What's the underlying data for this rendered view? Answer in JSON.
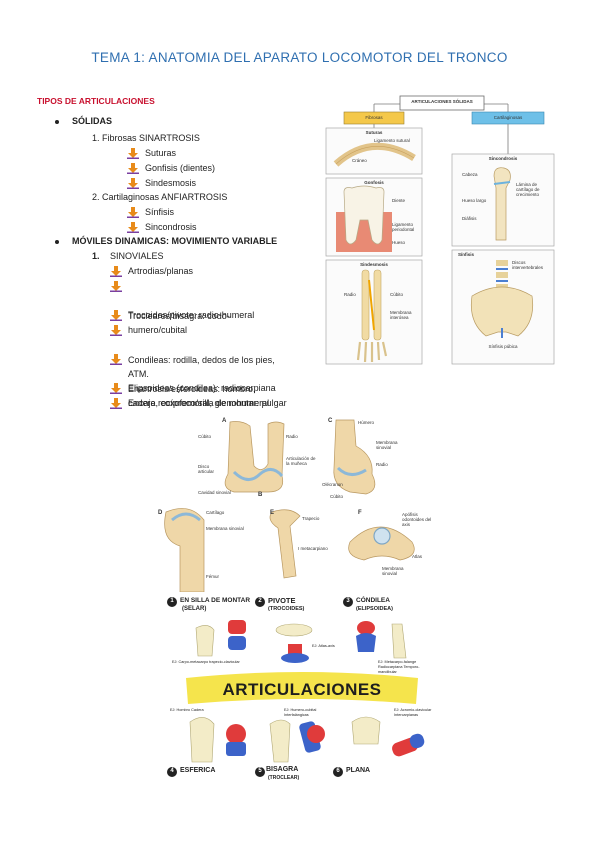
{
  "title": "TEMA 1: ANATOMIA DEL APARATO LOCOMOTOR DEL TRONCO",
  "section_heading": "TIPOS DE ARTICULACIONES",
  "outline": {
    "solidas": {
      "label": "SÓLIDAS",
      "items": [
        {
          "num": "1.",
          "label": "Fibrosas SINARTROSIS",
          "sub": [
            "Suturas",
            "Gonfisis (dientes)",
            "Sindesmosis"
          ]
        },
        {
          "num": "2.",
          "label": "Cartilaginosas ANFIARTROSIS",
          "sub": [
            "Sínfisis",
            "Sincondrosis"
          ]
        }
      ]
    },
    "moviles": {
      "label": "MÓVILES DINAMICAS: MOVIMIENTO VARIABLE",
      "item_num": "1.",
      "item_label": "SINOVIALES",
      "sub": [
        "Artrodias/planas",
        "Trocleares/bisagra: codo-\nhumero/cubital",
        "Trocoides/pivote: radio-humeral",
        "Condileas: rodilla, dedos de los pies,\nATM.",
        "Enartrosis/esferoideas: hombro,\ncadera, coxofemoral, glenohumeral",
        "Elipsoideas (condilea): radiocarpiana",
        "Encaje recíproco/silla de montar: pulgar"
      ]
    }
  },
  "diagram_solidas": {
    "root": "ARTICULACIONES SÓLIDAS",
    "left_branch": "Fibrosas",
    "right_branch": "Cartilaginosas",
    "panels": {
      "suturas": {
        "title": "Suturas",
        "labels": [
          "Ligamento sutural",
          "Cráneo"
        ]
      },
      "gonfosis": {
        "title": "Gonfosis",
        "labels": [
          "Diente",
          "Ligamento periodontal",
          "Hueso"
        ]
      },
      "sindesmosis": {
        "title": "Sindesmosis",
        "labels": [
          "Radio",
          "Cúbito",
          "Membrana interósea"
        ]
      },
      "sincondrosis": {
        "title": "Sincondrosis",
        "labels": [
          "Cabeza",
          "Lámina de cartílago de crecimiento",
          "Hueso largo",
          "Diáfisis"
        ]
      },
      "sinfisis": {
        "title": "Sínfisis",
        "labels": [
          "Discos intervertebrales",
          "Sínfisis púbica"
        ]
      }
    }
  },
  "diagram_sinoviales": {
    "letters": [
      "A",
      "B",
      "C",
      "D",
      "E",
      "F"
    ],
    "labels_a": [
      "Cúbito",
      "Radio",
      "Disco articular",
      "Articulación de la muñeca",
      "Cavidad sinovial"
    ],
    "labels_c": [
      "Húmero",
      "Membrana sinovial",
      "Radio",
      "Olécranon",
      "Cúbito"
    ],
    "labels_d": [
      "Cartílago",
      "Membrana sinovial",
      "Fémur"
    ],
    "labels_e": [
      "Trapecio",
      "I metacarpiano"
    ],
    "labels_f": [
      "Apófisis odontoides del axis",
      "Atlas",
      "Membrana sinovial"
    ]
  },
  "poster": {
    "banner": "ARTICULACIONES",
    "cards": [
      {
        "num": "1",
        "title": "EN SILLA DE MONTAR",
        "sub": "(SELAR)",
        "ej": "EJ: Carpo-metacarpo trapecio-clavicular"
      },
      {
        "num": "2",
        "title": "PIVOTE",
        "sub": "(TROCOIDES)",
        "ej": "EJ: Atlas-axis"
      },
      {
        "num": "3",
        "title": "CÓNDILEA",
        "sub": "(ELIPSOIDEA)",
        "ej": "EJ: Metacarpo-falange Radiocarpiana Temporo-mandibular"
      },
      {
        "num": "4",
        "title": "ESFERICA",
        "sub": "",
        "ej": "EJ: Hombro Cadera"
      },
      {
        "num": "5",
        "title": "BISAGRA",
        "sub": "(TROCLEAR)",
        "ej": "EJ: Humero-cubital Interfalángicas"
      },
      {
        "num": "6",
        "title": "PLANA",
        "sub": "",
        "ej": "EJ: Acromio-clavicular Intercarpianas"
      }
    ]
  },
  "colors": {
    "title": "#2f6fb0",
    "heading": "#c8102e",
    "bone": "#f2d9a4",
    "cartilage": "#9cc6e0",
    "joint_red": "#e03b3b",
    "joint_blue": "#3c63c9",
    "banner_yellow": "#f5e44c"
  }
}
